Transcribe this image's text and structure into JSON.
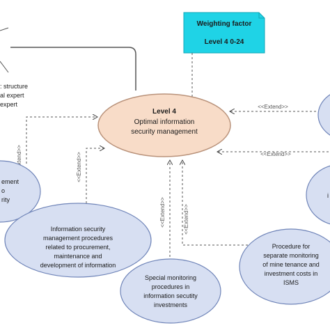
{
  "actor": {
    "lines": [
      ": structure",
      "al expert",
      "expert"
    ]
  },
  "weighting": {
    "title": "Weighting factor",
    "value": "Level 4   0-24",
    "fill": "#1fd3e6"
  },
  "center": {
    "level": "Level 4",
    "line1": "Optimal information",
    "line2": "security management",
    "fill": "#f8dcc8",
    "stroke": "#b9927a"
  },
  "use_case_fill": "#d7dff2",
  "use_case_stroke": "#6f84b8",
  "use_cases": {
    "left_partial": [
      "ement",
      "o",
      "rity"
    ],
    "procurement": [
      "Information security",
      "management procedures",
      "related to procurement,",
      "maintenance and",
      "development of information"
    ],
    "monitoring": [
      "Special monitoring",
      "procedures in",
      "information secutity",
      "investments"
    ],
    "separate": [
      "Procedure for",
      "separate monitoring",
      "of mine tenance and",
      "investment costs in",
      "ISMS"
    ],
    "right_partial": [
      "i"
    ]
  },
  "relations": {
    "extend_top": "<<Extend>>",
    "extend_mid": "<<Extend>>",
    "extend_v1": "<<Extend>>",
    "extend_v2": "<<Extend>>",
    "extend_v3": "<<Extend>>",
    "extend_v4": "<<Extend>>"
  }
}
